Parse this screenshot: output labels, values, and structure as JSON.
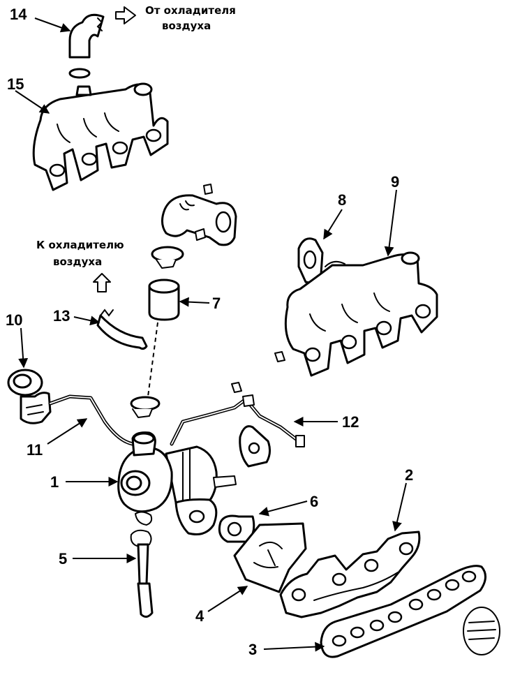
{
  "captions": {
    "from_cooler_line1": "От охладителя",
    "from_cooler_line2": "воздуха",
    "to_cooler_line1": "К охладителю",
    "to_cooler_line2": "воздуха"
  },
  "callouts": {
    "n1": "1",
    "n2": "2",
    "n3": "3",
    "n4": "4",
    "n5": "5",
    "n6": "6",
    "n7": "7",
    "n8": "8",
    "n9": "9",
    "n10": "10",
    "n11": "11",
    "n12": "12",
    "n13": "13",
    "n14": "14",
    "n15": "15"
  }
}
